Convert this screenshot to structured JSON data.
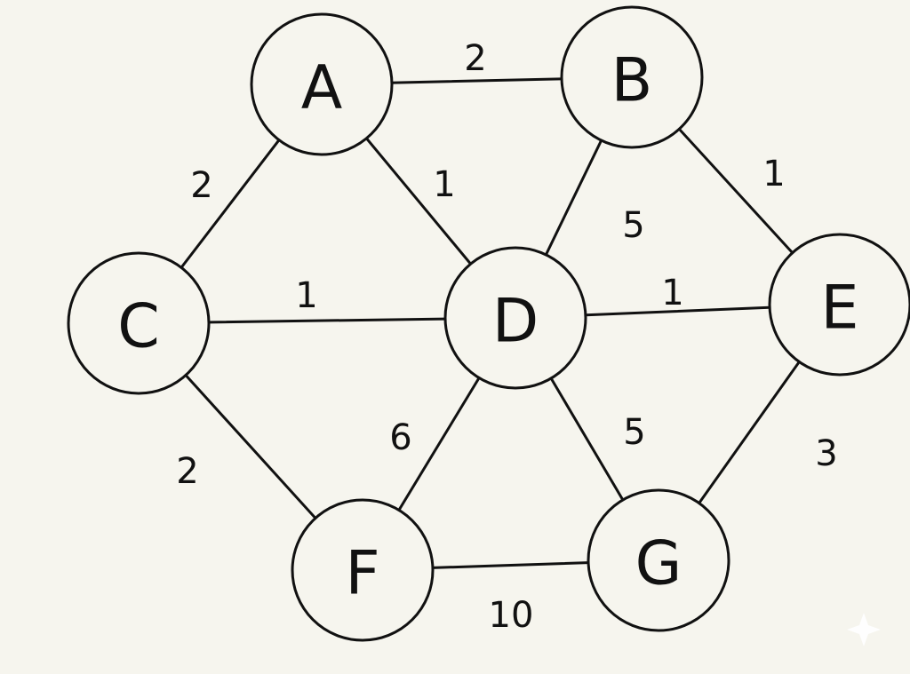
{
  "graph": {
    "nodes": [
      {
        "id": "A",
        "label": "A"
      },
      {
        "id": "B",
        "label": "B"
      },
      {
        "id": "C",
        "label": "C"
      },
      {
        "id": "D",
        "label": "D"
      },
      {
        "id": "E",
        "label": "E"
      },
      {
        "id": "F",
        "label": "F"
      },
      {
        "id": "G",
        "label": "G"
      }
    ],
    "edges": [
      {
        "from": "A",
        "to": "B",
        "weight": "2"
      },
      {
        "from": "A",
        "to": "C",
        "weight": "2"
      },
      {
        "from": "A",
        "to": "D",
        "weight": "1"
      },
      {
        "from": "B",
        "to": "D",
        "weight": "5"
      },
      {
        "from": "B",
        "to": "E",
        "weight": "1"
      },
      {
        "from": "C",
        "to": "D",
        "weight": "1"
      },
      {
        "from": "D",
        "to": "E",
        "weight": "1"
      },
      {
        "from": "C",
        "to": "F",
        "weight": "2"
      },
      {
        "from": "D",
        "to": "F",
        "weight": "6"
      },
      {
        "from": "D",
        "to": "G",
        "weight": "5"
      },
      {
        "from": "E",
        "to": "G",
        "weight": "3"
      },
      {
        "from": "F",
        "to": "G",
        "weight": "10"
      }
    ]
  },
  "colors": {
    "stroke": "#111111",
    "background": "#f6f5ee"
  },
  "icons": {
    "corner": "sparkle-icon"
  }
}
